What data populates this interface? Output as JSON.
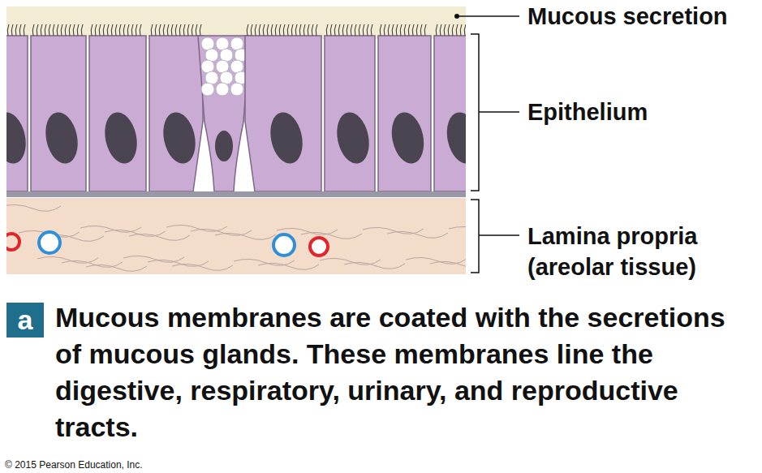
{
  "diagram": {
    "caption": "Mucous membranes are coated with the secretions of mucous glands. These membranes line the digestive, respiratory, urinary, and reproductive tracts.",
    "nodes": [
      {
        "text": [
          "a"
        ]
      }
    ],
    "labels": [
      "Mucous secretion",
      "Epithelium",
      "Lamina propria (areolar tissue)",
      "© 2015 Pearson Education, Inc."
    ]
  }
}
